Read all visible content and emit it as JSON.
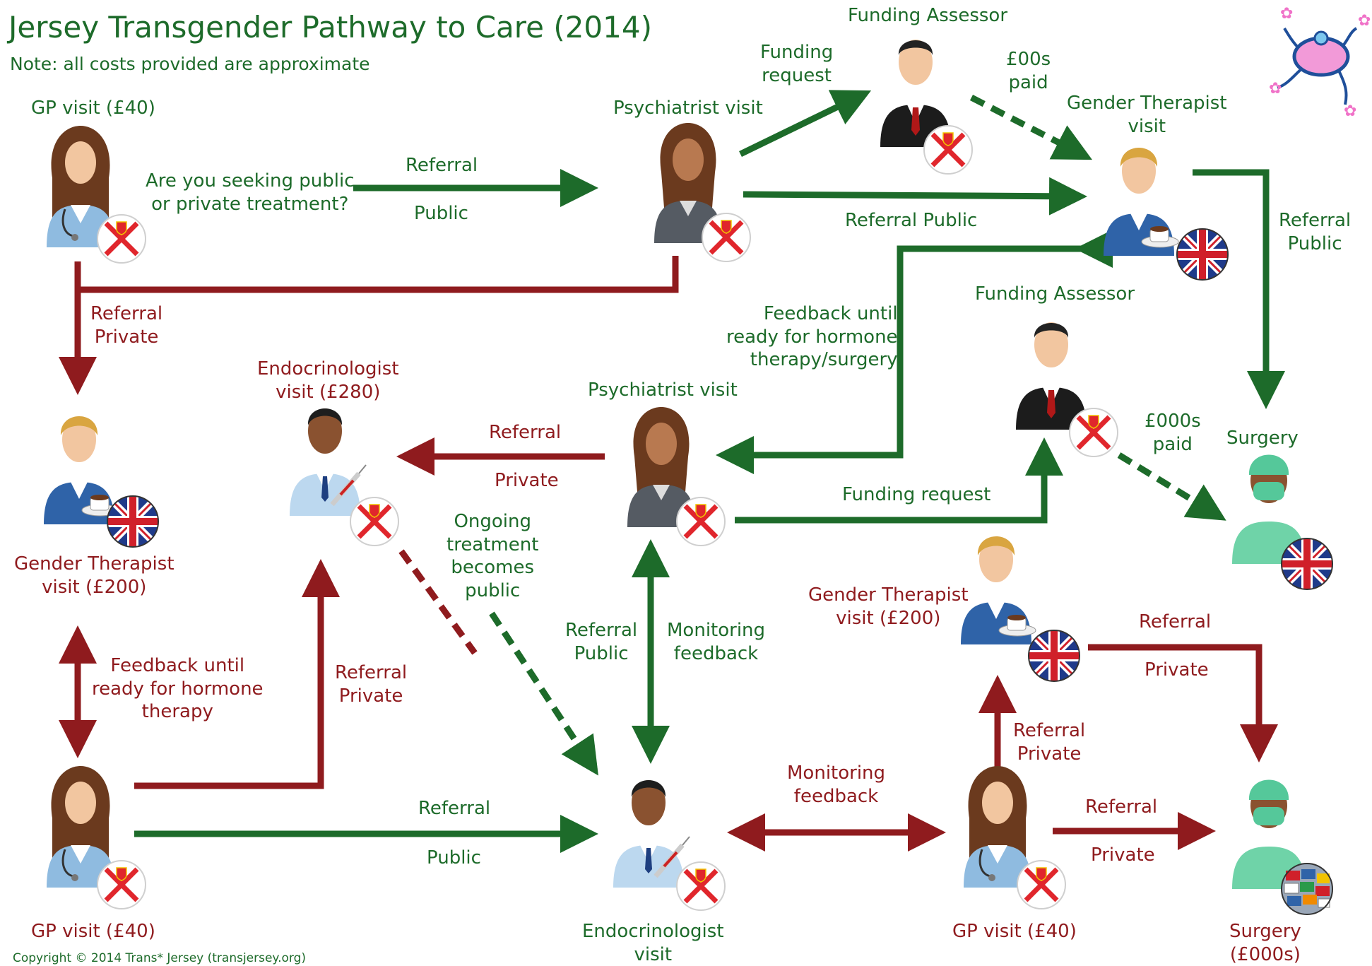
{
  "title": "Jersey Transgender Pathway to Care (2014)",
  "note": "Note: all costs provided are approximate",
  "copyright": "Copyright © 2014 Trans* Jersey (transjersey.org)",
  "colors": {
    "public": "#1d6b2a",
    "private": "#8f1b1e",
    "text_dark": "#222222"
  },
  "nodes": {
    "gp_top": "GP visit (£40)",
    "psych_top": "Psychiatrist visit",
    "funding_top": "Funding Assessor",
    "gt_top": [
      "Gender Therapist",
      "visit"
    ],
    "gt_left": [
      "Gender Therapist",
      "visit (£200)"
    ],
    "endo_top": [
      "Endocrinologist",
      "visit (£280)"
    ],
    "psych_mid": "Psychiatrist visit",
    "funding_mid": "Funding Assessor",
    "surgery_right": "Surgery",
    "gt_mid": [
      "Gender Therapist",
      "visit (£200)"
    ],
    "gp_bottom_left": "GP visit (£40)",
    "endo_bottom": [
      "Endocrinologist",
      "visit"
    ],
    "gp_bottom_right": "GP visit (£40)",
    "surgery_bottom": [
      "Surgery",
      "(£000s)"
    ]
  },
  "question": [
    "Are you seeking public",
    "or private treatment?"
  ],
  "edge_labels": {
    "gp_psych": [
      "Referral",
      "Public"
    ],
    "funding_request_top": [
      "Funding",
      "request"
    ],
    "paid_top": [
      "£00s",
      "paid"
    ],
    "psych_gt": "Referral Public",
    "gt_surgery": [
      "Referral",
      "Public"
    ],
    "gp_private": [
      "Referral",
      "Private"
    ],
    "feedback_hormone_surgery": [
      "Feedback until",
      "ready for hormone",
      "therapy/surgery"
    ],
    "psych_endo": [
      "Referral",
      "Private"
    ],
    "paid_mid": [
      "£000s",
      "paid"
    ],
    "funding_request_mid": "Funding request",
    "ongoing": [
      "Ongoing",
      "treatment",
      "becomes",
      "public"
    ],
    "psych_endo_public": [
      "Referral",
      "Public"
    ],
    "monitoring_psych": [
      "Monitoring",
      "feedback"
    ],
    "feedback_hormone": [
      "Feedback until",
      "ready for hormone",
      "therapy"
    ],
    "gp_endo_private": [
      "Referral",
      "Private"
    ],
    "gp_endo_public": [
      "Referral",
      "Public"
    ],
    "monitoring_endo_gp": [
      "Monitoring",
      "feedback"
    ],
    "gp_gt_private": [
      "Referral",
      "Private"
    ],
    "gt_surgery_private": [
      "Referral",
      "Private"
    ],
    "gp_surgery_private": [
      "Referral",
      "Private"
    ]
  },
  "icons": {
    "doctor_female": "female-doctor-icon",
    "psychiatrist": "psychiatrist-icon",
    "businessman": "funding-assessor-icon",
    "therapist": "therapist-icon",
    "endocrinologist": "endocrinologist-icon",
    "surgeon": "surgeon-icon",
    "jersey_flag": "jersey-flag-icon",
    "uk_flag": "uk-flag-icon",
    "world_flags": "world-flags-icon",
    "logo": "trans-jersey-logo"
  }
}
